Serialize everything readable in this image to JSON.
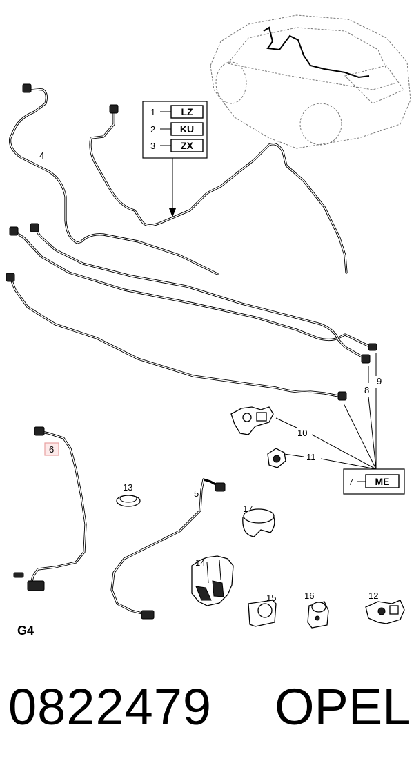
{
  "diagram": {
    "callouts": {
      "c1": "1",
      "c2": "2",
      "c3": "3",
      "c4": "4",
      "c5": "5",
      "c6": "6",
      "c7": "7",
      "c8": "8",
      "c9": "9",
      "c10": "10",
      "c11": "11",
      "c12": "12",
      "c13": "13",
      "c14": "14",
      "c15": "15",
      "c16": "16",
      "c17": "17"
    },
    "codes": {
      "lz": "LZ",
      "ku": "KU",
      "zx": "ZX",
      "me": "ME"
    },
    "figure_label": "G4",
    "highlight_color": "#e8a0a0"
  },
  "footer": {
    "part_number": "0822479",
    "brand": "OPEL"
  }
}
